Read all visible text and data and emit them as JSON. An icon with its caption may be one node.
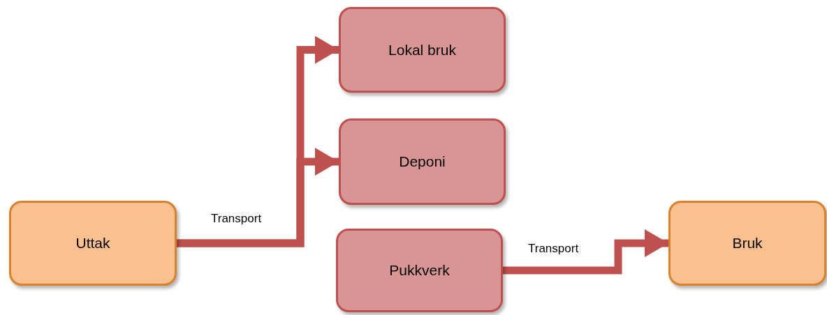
{
  "diagram": {
    "nodes": [
      {
        "text": [
          "Lokal bruk"
        ]
      },
      {
        "text": [
          "Deponi"
        ]
      },
      {
        "text": [
          "Uttak"
        ]
      },
      {
        "text": [
          "Pukkverk"
        ]
      },
      {
        "text": [
          "Bruk"
        ]
      }
    ],
    "edges": [
      {
        "from": 2,
        "to": 0,
        "arrow": "to",
        "label": "Transport"
      },
      {
        "from": 2,
        "to": 1,
        "arrow": "to"
      },
      {
        "from": 3,
        "to": 4,
        "arrow": "to",
        "label": "Transport"
      }
    ]
  }
}
